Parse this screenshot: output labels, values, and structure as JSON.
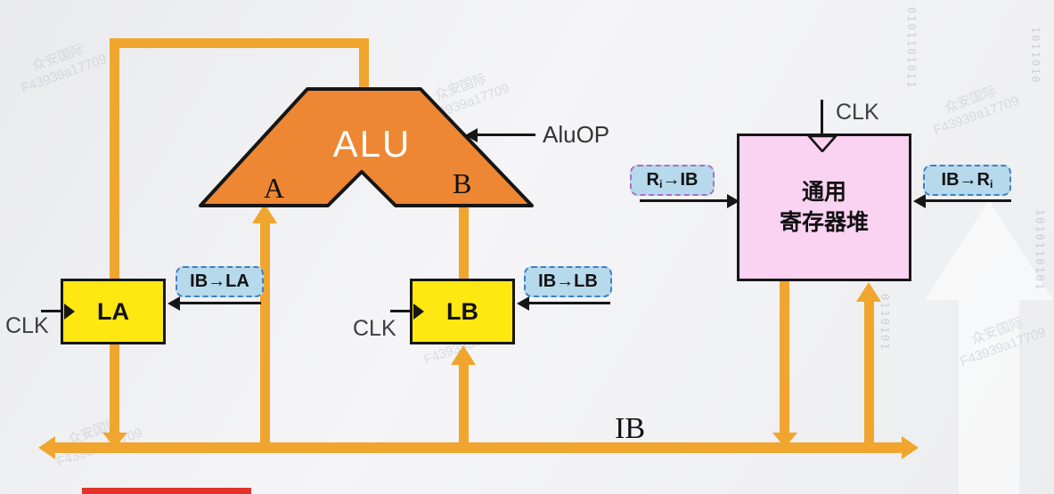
{
  "watermark": {
    "line1": "众安国际",
    "line2": "F43939a17709"
  },
  "binary": [
    "0101101011",
    "1011010",
    "0101101011",
    "1010110101",
    "0110101"
  ],
  "alu": {
    "label": "ALU",
    "port_a": "A",
    "port_b": "B",
    "control": "AluOP"
  },
  "latch_a": {
    "label": "LA",
    "clk": "CLK",
    "control": "IB→LA"
  },
  "latch_b": {
    "label": "LB",
    "clk": "CLK",
    "control": "IB→LB"
  },
  "register_file": {
    "title_line1": "通用",
    "title_line2": "寄存器堆",
    "clk": "CLK",
    "control_in": {
      "pre": "R",
      "sub": "i",
      "post": "→IB"
    },
    "control_out": {
      "pre": "IB→R",
      "sub": "i",
      "post": ""
    }
  },
  "bus": {
    "label": "IB"
  },
  "colors": {
    "bus_line": "#F0A62E",
    "alu_fill": "#ED8733",
    "latch_fill": "#FFE712",
    "register_fill": "#FAD2F2",
    "control_fill": "#B7D9EC",
    "control_border_blue": "#3E7FBF",
    "control_border_purple": "#A86FC9",
    "red_bar": "#E2332B"
  }
}
